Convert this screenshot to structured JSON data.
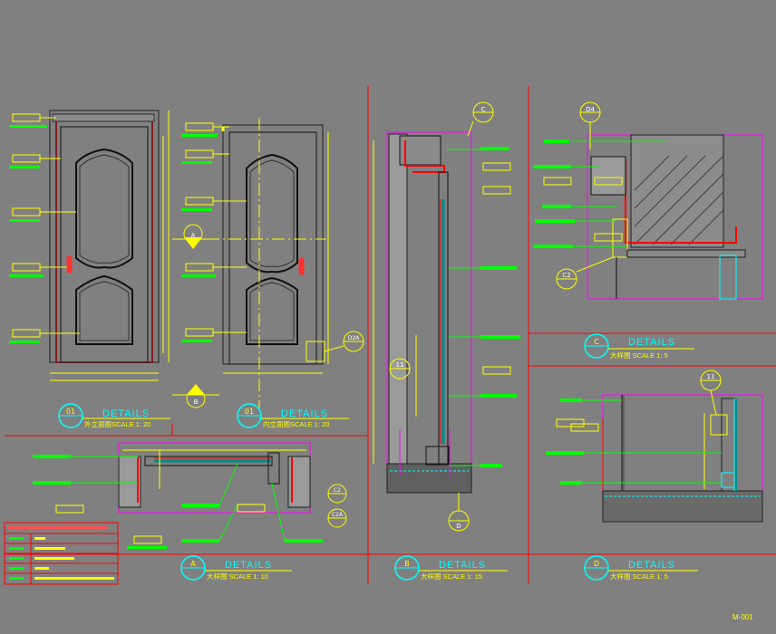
{
  "colors": {
    "background": "#808080",
    "frame_line": "#ff0000",
    "title_text": "#00ffff",
    "subtitle_text": "#ffff00",
    "callout": "#00ff00",
    "tag": "#ffff00",
    "section_box": "#ff00ff",
    "dim": "#ffff00"
  },
  "title_blocks": [
    {
      "id": "01",
      "title": "DETAILS",
      "subtitle": "外立面图SCALE 1: 20"
    },
    {
      "id": "01",
      "title": "DETAILS",
      "subtitle": "内立面图SCALE 1: 20"
    },
    {
      "id": "C",
      "title": "DETAILS",
      "subtitle": "大样图    SCALE  1: 5"
    },
    {
      "id": "A",
      "title": "DETAILS",
      "subtitle": "大样图    SCALE  1: 10"
    },
    {
      "id": "B",
      "title": "DETAILS",
      "subtitle": "大样图    SCALE  1: 15"
    },
    {
      "id": "D",
      "title": "DETAILS",
      "subtitle": "大样图    SCALE  1: 5"
    }
  ],
  "section_markers": {
    "a": "A",
    "b": "B",
    "c": "C",
    "d": "D",
    "d2a": "D2A",
    "c2": "C2",
    "c2a": "C2A",
    "c2b": "C2",
    "d4": "D4",
    "e11a": "11",
    "e11b": "11"
  },
  "sheet_number": "M-001"
}
